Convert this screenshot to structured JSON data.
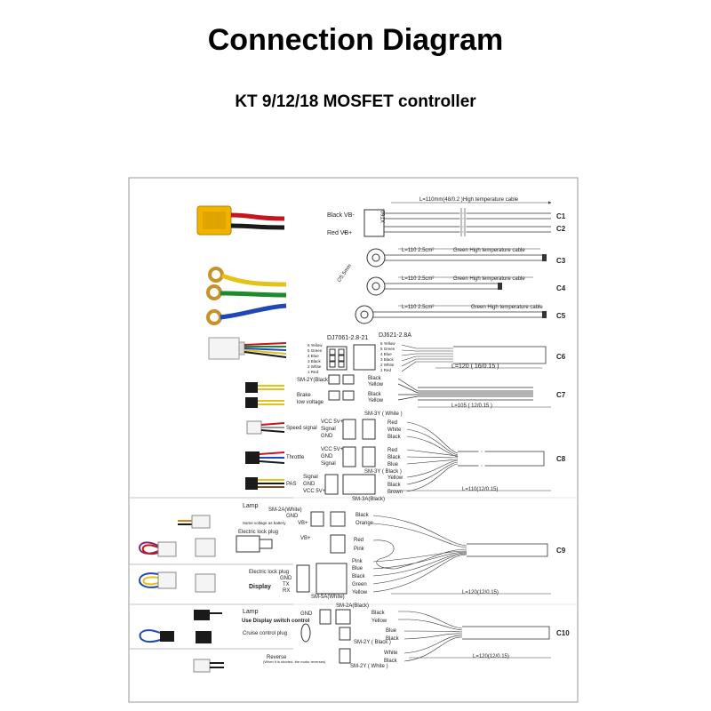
{
  "header": {
    "title": "Connection Diagram",
    "subtitle": "KT 9/12/18 MOSFET controller"
  },
  "colors": {
    "black": "#1a1a1a",
    "red": "#c8141e",
    "yellow": "#e3c318",
    "green": "#1e8a2e",
    "blue": "#1f47b8",
    "white": "#f4f4f4",
    "brown": "#7a4a1c",
    "orange": "#e67a14",
    "pink": "#e58fb0",
    "xt60": "#f0b400",
    "lug": "#c8922a"
  },
  "cables": {
    "c1": {
      "id": "C1",
      "length_label": "L=110mm(48/0.2 )High temperature cable",
      "wire": "Black VB-"
    },
    "c2": {
      "id": "C2",
      "wire": "Red VB+"
    },
    "connector_mark": "XT60",
    "c3": {
      "id": "C3",
      "length_label": "L=110 2.5cm²",
      "cable_label": "Green High temperature cable",
      "ring": "∅5.5mm"
    },
    "c4": {
      "id": "C4",
      "length_label": "L=110 2.5cm²",
      "cable_label": "Green High temperature cable"
    },
    "c5": {
      "id": "C5",
      "length_label": "L=110 2.5cm²",
      "cable_label": "Green High temperature cable"
    },
    "c6": {
      "id": "C6",
      "left_connector": "DJ7061-2.8-21",
      "right_connector": "DJ621-2.8A",
      "length_label": "L=120 ( 16/0.15 )",
      "pins": [
        "6 Yellow",
        "5 Green",
        "4 Blue",
        "3 Black",
        "2 White",
        "1 Red"
      ]
    },
    "c7": {
      "id": "C7",
      "connector": "SM-2Y(Black)",
      "wires_a": [
        "Black",
        "Yellow"
      ],
      "brake_label": "Brake",
      "brake_sub": "low voltage",
      "wires_b": [
        "Black",
        "Yellow"
      ],
      "length_label": "L=105 ( 12/0.15 )"
    },
    "c8": {
      "id": "C8",
      "speed_connector": "SM-3Y ( White )",
      "speed_label": "Speed signal",
      "speed_pins": [
        "VCC 5V+",
        "Signal",
        "GND"
      ],
      "speed_wires": [
        "Red",
        "White",
        "Black"
      ],
      "throttle_label": "Throttle",
      "throttle_pins": [
        "VCC 5V+",
        "GND",
        "Signal"
      ],
      "throttle_wires": [
        "Red",
        "Black",
        "Blue"
      ],
      "throttle_connector": "SM-3Y ( Black )",
      "pas_label": "PAS",
      "pas_pins": [
        "Signal",
        "GND",
        "VCC 5V+"
      ],
      "pas_wires": [
        "Yellow",
        "Black",
        "Brown"
      ],
      "pas_connector": "SM-3A(Black)",
      "length_label": "L=110(12/0.15)"
    },
    "c9": {
      "id": "C9",
      "lamp_title": "Lamp",
      "lamp_connector": "SM-2A(White)",
      "lamp_pins": [
        "GND",
        "VB+"
      ],
      "lamp_note": "Same voltage as battery",
      "lamp_wires": [
        "Black",
        "Orange"
      ],
      "lock_title": "Electric lock plug",
      "lock_pin": "VB+",
      "lock_wires": [
        "Red",
        "Pink"
      ],
      "lock2_title": "Electric lock plug",
      "display_label": "Display",
      "display_pins": [
        "GND",
        "TX",
        "RX"
      ],
      "display_wires": [
        "Pink",
        "Blue",
        "Black",
        "Green",
        "Yellow"
      ],
      "display_connector": "SM-5A(White)",
      "length_label": "L=120(12/0.15)"
    },
    "c10": {
      "id": "C10",
      "lamp_title": "Lamp",
      "lamp_connector": "SM-2A(Black)",
      "lamp_gnd": "GND",
      "display_switch": "Use Display switch control",
      "lamp_wires": [
        "Black",
        "Yellow"
      ],
      "cruise_label": "Cruise control plug",
      "cruise_wires": [
        "Blue",
        "Black"
      ],
      "cruise_connector": "SM-2Y ( Black )",
      "reverse_label": "Reverse",
      "reverse_note": "(When it is shorted, the motor reverses)",
      "reverse_wires": [
        "White",
        "Black"
      ],
      "reverse_connector": "SM-2Y ( White )",
      "length_label": "L=120(12/0.15)"
    }
  }
}
